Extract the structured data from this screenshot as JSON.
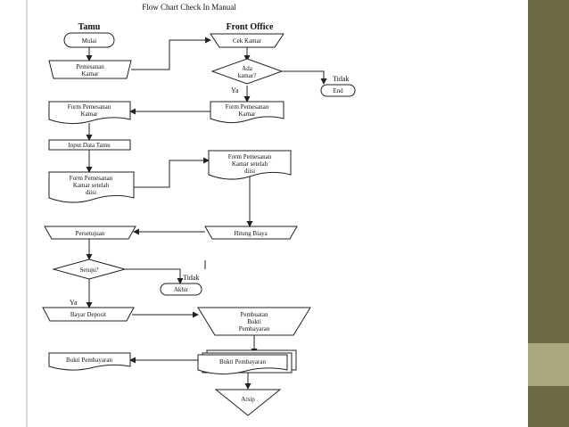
{
  "title": "Flow Chart Check In Manual",
  "lanes": {
    "left": "Tamu",
    "right": "Front Office"
  },
  "nodes": {
    "mulai": "Mulai",
    "pemesanan_kamar": [
      "Pemesanan",
      "Kamar"
    ],
    "cek_kamar": "Cek Kamar",
    "ada_kamar": [
      "Ada",
      "kamar?"
    ],
    "ya_1": "Ya",
    "tidak_1": "Tidak",
    "end": "End",
    "form_pemesanan_kamar_fo": [
      "Form Pemesanan",
      "Kamar"
    ],
    "form_pemesanan_kamar_tamu": [
      "Form Pemesanan",
      "Kamar"
    ],
    "input_data_tamu": "Input Data Tamu",
    "form_setelah_diisi_tamu": [
      "Form Pemesanan",
      "Kamar setelah",
      "diisi"
    ],
    "form_setelah_diisi_fo": [
      "Form Pemesanan",
      "Kamar setelah",
      "diisi"
    ],
    "persetujuan": "Persetujuan",
    "hitung_biaya": "Hitung Biaya",
    "setuju": "Setuju?",
    "tidak_2": "Tidak",
    "akhir": "Akhir",
    "ya_2": "Ya",
    "bayar_deposit": "Bayar Deposit",
    "pembuatan_bukti": [
      "Pembuatan",
      "Bukti",
      "Pembayaran"
    ],
    "bukti_pembayaran_tamu": "Bukti Pembayaran",
    "bukti_pembayaran_fo": "Bukti Pembayaran",
    "arsip": "Arsip"
  }
}
